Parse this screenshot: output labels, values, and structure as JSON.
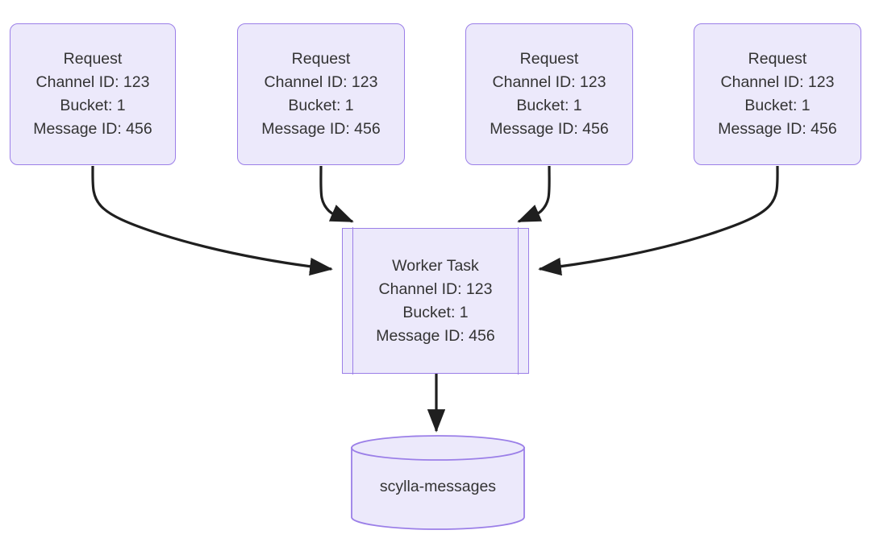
{
  "diagram": {
    "type": "flowchart",
    "direction": "bottom-up-convergent",
    "background_color": "#ffffff",
    "node_fill_color": "#ECE9FB",
    "node_border_color": "#9B7FE8",
    "text_color": "#333333",
    "edge_color": "#1f1f1f",
    "requests": [
      {
        "id": "request-1",
        "title": "Request",
        "channel_id": "Channel ID: 123",
        "bucket": "Bucket: 1",
        "message_id": "Message ID: 456"
      },
      {
        "id": "request-2",
        "title": "Request",
        "channel_id": "Channel ID: 123",
        "bucket": "Bucket: 1",
        "message_id": "Message ID: 456"
      },
      {
        "id": "request-3",
        "title": "Request",
        "channel_id": "Channel ID: 123",
        "bucket": "Bucket: 1",
        "message_id": "Message ID: 456"
      },
      {
        "id": "request-4",
        "title": "Request",
        "channel_id": "Channel ID: 123",
        "bucket": "Bucket: 1",
        "message_id": "Message ID: 456"
      }
    ],
    "worker": {
      "id": "worker-task",
      "shape": "subroutine",
      "title": "Worker Task",
      "channel_id": "Channel ID: 123",
      "bucket": "Bucket: 1",
      "message_id": "Message ID: 456"
    },
    "database": {
      "id": "scylla-messages",
      "shape": "cylinder",
      "label": "scylla-messages"
    },
    "edges": [
      {
        "from": "request-1",
        "to": "worker-task",
        "style": "curved-arrow"
      },
      {
        "from": "request-2",
        "to": "worker-task",
        "style": "curved-arrow"
      },
      {
        "from": "request-3",
        "to": "worker-task",
        "style": "curved-arrow"
      },
      {
        "from": "request-4",
        "to": "worker-task",
        "style": "curved-arrow"
      },
      {
        "from": "worker-task",
        "to": "scylla-messages",
        "style": "straight-arrow"
      }
    ]
  }
}
